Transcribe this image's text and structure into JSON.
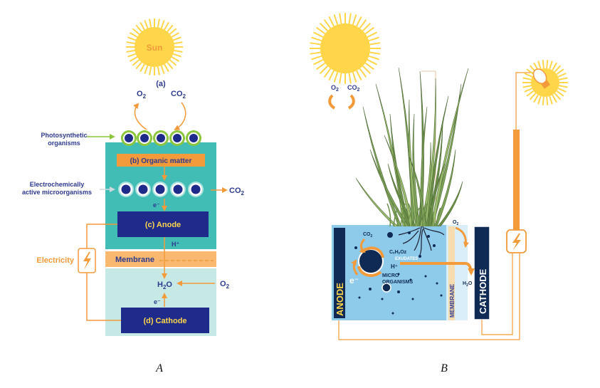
{
  "panel_a": {
    "sun_label": "Sun",
    "step_a": "(a)",
    "o2_top": "O",
    "o2_top_sub": "2",
    "co2_top": "CO",
    "co2_top_sub": "2",
    "photosynthetic_line1": "Photosynthetic",
    "photosynthetic_line2": "organisms",
    "organic_matter": "(b)  Organic matter",
    "electrochem_line1": "Electrochemically",
    "electrochem_line2": "active microorganisms",
    "co2_right": "CO",
    "co2_right_sub": "2",
    "electron_1": "e⁻",
    "anode": "(c)  Anode",
    "proton": "H⁺",
    "membrane": "Membrane",
    "electricity": "Electricity",
    "water": "H",
    "water_sub": "2",
    "water_end": "O",
    "o2_side": "O",
    "o2_side_sub": "2",
    "electron_2": "e⁻",
    "cathode": "(d)  Cathode",
    "caption": "A"
  },
  "panel_b": {
    "o2": "O",
    "o2_sub": "2",
    "co2": "CO",
    "co2_sub": "2",
    "anode": "ANODE",
    "cathode": "CATHODE",
    "membrane": "MEMBRANE",
    "co2_inner": "CO",
    "co2_inner_sub": "2",
    "formula": "CₓHᵧOz",
    "exudates": "EXUDATES",
    "proton": "H⁺",
    "electron": "e⁻",
    "micro1": "MICRO",
    "micro2": "ORGANISMS",
    "o2_right": "O",
    "o2_right_sub": "2",
    "water": "H",
    "water_sub": "2",
    "water_end": "O",
    "caption": "B"
  },
  "colors": {
    "orange": "#f39a3a",
    "navy": "#1e2b8a",
    "teal": "#41bdb5",
    "light_teal": "#c6e9e6",
    "sun": "#ffd54a",
    "blue_box": "#8ecbea",
    "dark_navy": "#0e2a55",
    "label_blue": "#2e3a8f",
    "membrane_band": "#f8b870"
  }
}
